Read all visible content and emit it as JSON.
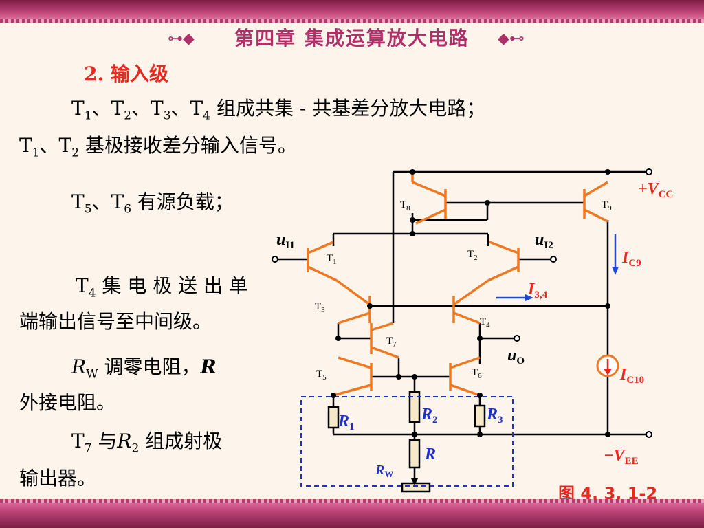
{
  "header": {
    "title": "第四章   集成运算放大电路",
    "left_ornament": "⊶◆",
    "right_ornament": "◆⊷"
  },
  "section": {
    "heading": "2. 输入级"
  },
  "paragraphs": {
    "p1_a": "T",
    "p1_b": "1",
    "p1_c": "、T",
    "p1_d": "2",
    "p1_e": "、T",
    "p1_f": "3",
    "p1_g": "、T",
    "p1_h": "4",
    "p1_i": " 组成共集 - 共基差分放大电路；",
    "p2_a": "T",
    "p2_b": "1",
    "p2_c": "、T",
    "p2_d": "2",
    "p2_e": " 基极接收差分输入信号。",
    "p3_a": "T",
    "p3_b": "5",
    "p3_c": "、T",
    "p3_d": "6",
    "p3_e": " 有源负载；",
    "p4_a": "T",
    "p4_b": "4",
    "p4_c": "  集 电 极 送 出 单",
    "p4_line2": "端输出信号至中间级。",
    "p5_a": "R",
    "p5_b": "W",
    "p5_c": "  调零电阻，",
    "p5_d": "R",
    "p5_line2": "外接电阻。",
    "p6_a": "T",
    "p6_b": "7",
    "p6_c": "  与",
    "p6_d": "R",
    "p6_e": "2",
    "p6_f": " 组成射极",
    "p6_line2": "输出器。"
  },
  "circuit": {
    "transistor_labels": {
      "T1": "T",
      "T1s": "1",
      "T2": "T",
      "T2s": "2",
      "T3": "T",
      "T3s": "3",
      "T4": "T",
      "T4s": "4",
      "T5": "T",
      "T5s": "5",
      "T6": "T",
      "T6s": "6",
      "T7": "T",
      "T7s": "7",
      "T8": "T",
      "T8s": "8",
      "T9": "T",
      "T9s": "9"
    },
    "signals": {
      "uI1_a": "u",
      "uI1_b": "I1",
      "uI2_a": "u",
      "uI2_b": "I2",
      "uO_a": "u",
      "uO_b": "O",
      "VCC_a": "+V",
      "VCC_b": "CC",
      "VEE_a": "−V",
      "VEE_b": "EE",
      "IC9_a": "I",
      "IC9_b": "C9",
      "I34_a": "I",
      "I34_b": "3,4",
      "IC10_a": "I",
      "IC10_b": "C10"
    },
    "resistors": {
      "R1_a": "R",
      "R1_b": "1",
      "R2_a": "R",
      "R2_b": "2",
      "R3_a": "R",
      "R3_b": "3",
      "R": "R",
      "RW_a": "R",
      "RW_b": "W"
    },
    "colors": {
      "wire": "#000000",
      "device": "#f07820",
      "annotation": "#e8281e",
      "arrow": "#1e4bd2",
      "dashed_box": "#1e2fd0"
    }
  },
  "figure": {
    "caption": "图 4. 3. 1-2"
  }
}
